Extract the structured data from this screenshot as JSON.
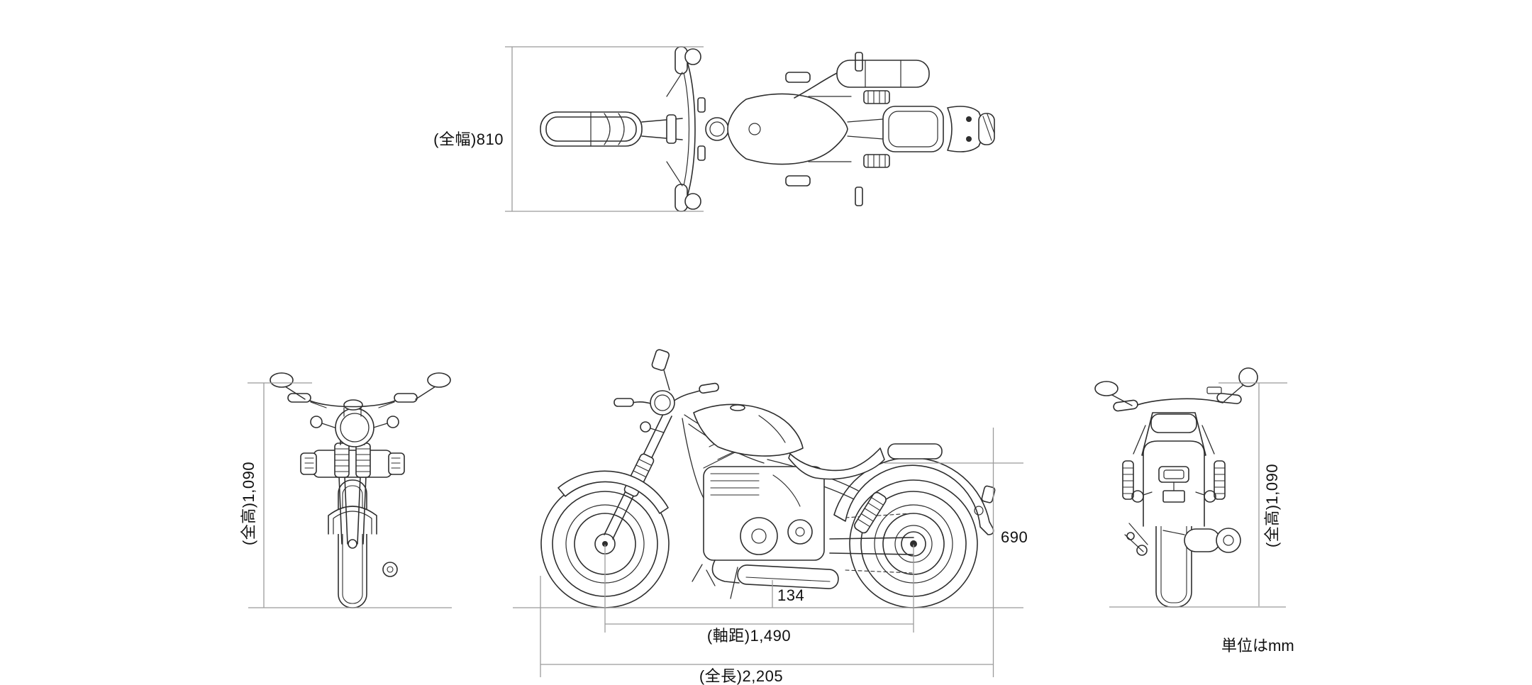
{
  "meta": {
    "unit_note": "単位はmm"
  },
  "colors": {
    "background": "#ffffff",
    "line_art": "#2e2e2e",
    "dimension_lines": "#9b9b9b",
    "label_text": "#111111"
  },
  "dimensions": {
    "overall_width": {
      "label": "(全幅)810",
      "value_mm": 810
    },
    "overall_height_front": {
      "label": "(全高)1,090",
      "value_mm": 1090
    },
    "overall_height_rear": {
      "label": "(全高)1,090",
      "value_mm": 1090
    },
    "seat_height": {
      "label": "690",
      "value_mm": 690
    },
    "ground_clearance": {
      "label": "134",
      "value_mm": 134
    },
    "wheelbase": {
      "label": "(軸距)1,490",
      "value_mm": 1490
    },
    "overall_length": {
      "label": "(全長)2,205",
      "value_mm": 2205
    }
  }
}
